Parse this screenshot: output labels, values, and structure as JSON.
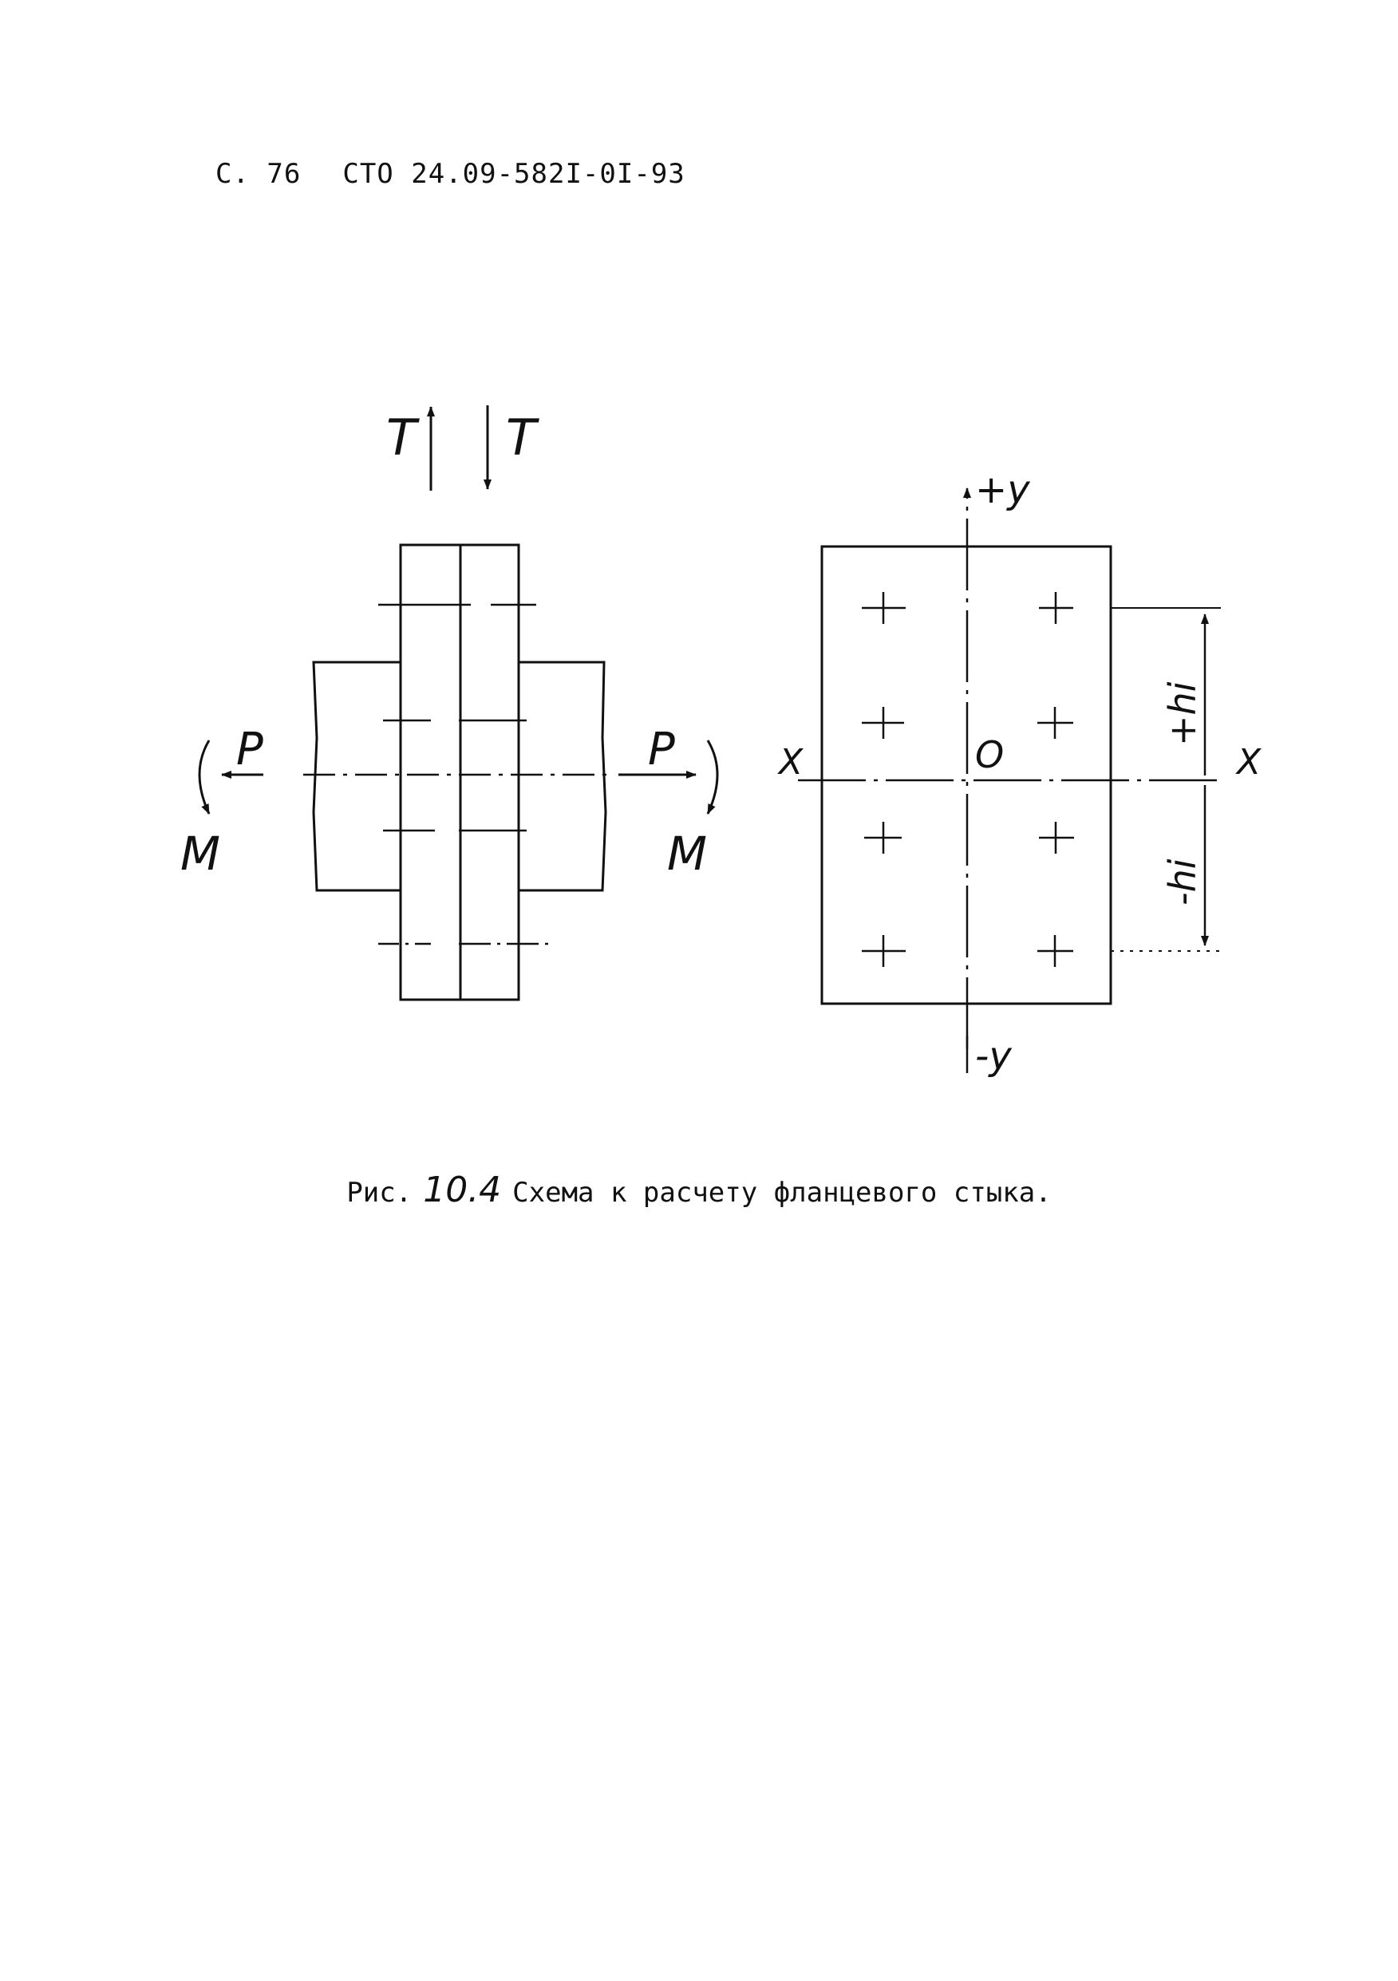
{
  "header": {
    "page_number": "С. 76",
    "doc_code": "СТО 24.09-582I-0I-93"
  },
  "figure": {
    "left": {
      "label_T_left": "T",
      "label_T_right": "T",
      "label_P_left": "P",
      "label_P_right": "P",
      "label_M_left": "M",
      "label_M_right": "M"
    },
    "right": {
      "label_plus_y": "+y",
      "label_minus_y": "-y",
      "label_x_left": "X",
      "label_x_right": "X",
      "label_origin": "O",
      "label_plus_h": "+hi",
      "label_minus_h": "-hi"
    }
  },
  "caption": {
    "prefix": "Рис.",
    "number": "10.4",
    "text": "Схема к расчету фланцевого стыка."
  }
}
